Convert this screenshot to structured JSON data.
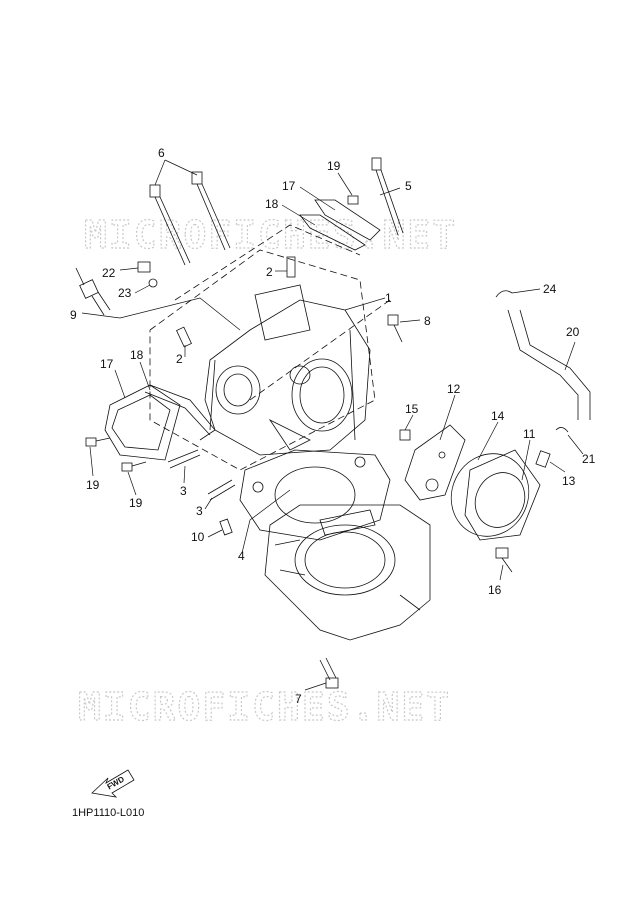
{
  "watermark": "MICROFICHES.NET",
  "diagram_code": "1HP1110-L010",
  "fwd_label": "FWD",
  "callouts": [
    "1",
    "2",
    "2",
    "3",
    "3",
    "4",
    "5",
    "6",
    "7",
    "8",
    "9",
    "10",
    "11",
    "12",
    "13",
    "14",
    "15",
    "16",
    "17",
    "17",
    "18",
    "18",
    "19",
    "19",
    "19",
    "20",
    "21",
    "22",
    "23",
    "24"
  ]
}
